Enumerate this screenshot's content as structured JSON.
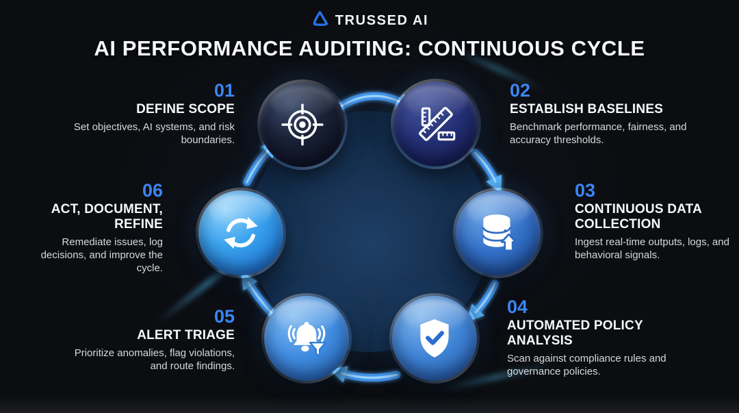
{
  "brand": {
    "name": "TRUSSED AI",
    "logo_icon": "triangle-logo-icon",
    "logo_color": "#2b72e8"
  },
  "title": "AI PERFORMANCE AUDITING: CONTINUOUS CYCLE",
  "cycle": {
    "direction": "clockwise",
    "steps": [
      {
        "number": "01",
        "title": "DEFINE SCOPE",
        "description": "Set objectives, AI systems, and risk boundaries.",
        "icon": "target-icon",
        "node_color": "#0e1526"
      },
      {
        "number": "02",
        "title": "ESTABLISH BASELINES",
        "description": "Benchmark performance, fairness, and accuracy thresholds.",
        "icon": "ruler-icon",
        "node_color": "#202c6e"
      },
      {
        "number": "03",
        "title": "CONTINUOUS DATA COLLECTION",
        "description": "Ingest real-time outputs, logs, and behavioral signals.",
        "icon": "database-upload-icon",
        "node_color": "#2f6cc4"
      },
      {
        "number": "04",
        "title": "AUTOMATED POLICY ANALYSIS",
        "description": "Scan against compliance rules and governance policies.",
        "icon": "shield-check-icon",
        "node_color": "#3c80d4"
      },
      {
        "number": "05",
        "title": "ALERT TRIAGE",
        "description": "Prioritize anomalies, flag violations, and route findings.",
        "icon": "alert-bell-filter-icon",
        "node_color": "#3e8ade"
      },
      {
        "number": "06",
        "title": "ACT, DOCUMENT, REFINE",
        "description": "Remediate issues, log decisions, and improve the cycle.",
        "icon": "refresh-cycle-icon",
        "node_color": "#2f9ce8"
      }
    ]
  },
  "colors": {
    "background": "#0c0d10",
    "ring_interior": "#16304f",
    "step_number_accent": "#3b85f2",
    "arrow_blue": "#55aef5",
    "heading_text": "#f6f7f8",
    "body_text": "#d6d9dc"
  }
}
